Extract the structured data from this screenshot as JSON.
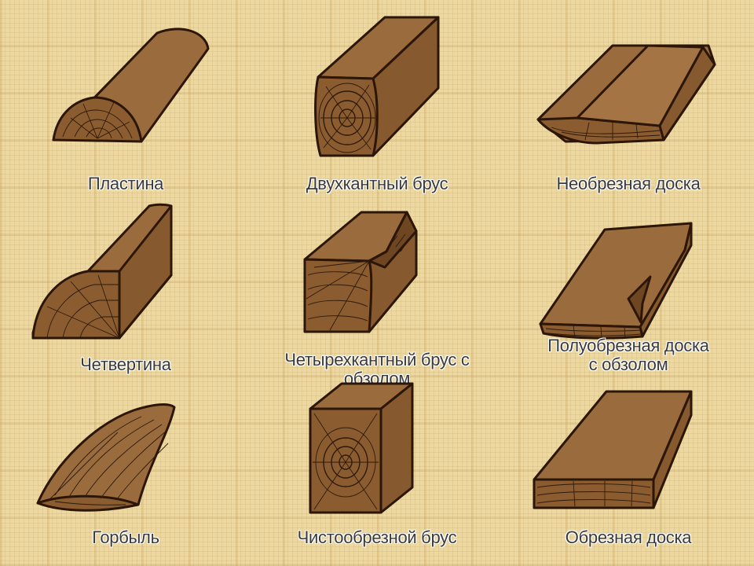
{
  "items": [
    {
      "label": "Пластина"
    },
    {
      "label": "Двухкантный брус"
    },
    {
      "label": "Необрезная доска"
    },
    {
      "label": "Четвертина"
    },
    {
      "label": "Четырехкантный брус с обзолом"
    },
    {
      "label1": "Полуобрезная доска",
      "label2": "с обзолом"
    },
    {
      "label": "Горбыль"
    },
    {
      "label": "Чистообрезной брус"
    },
    {
      "label": "Обрезная доска"
    }
  ],
  "colors": {
    "background": "#ecd8a0",
    "wood_face": "#9a6b3d",
    "wood_end": "#8a5c30",
    "outline": "#2b1608",
    "label_text": "#3a3a3a"
  }
}
